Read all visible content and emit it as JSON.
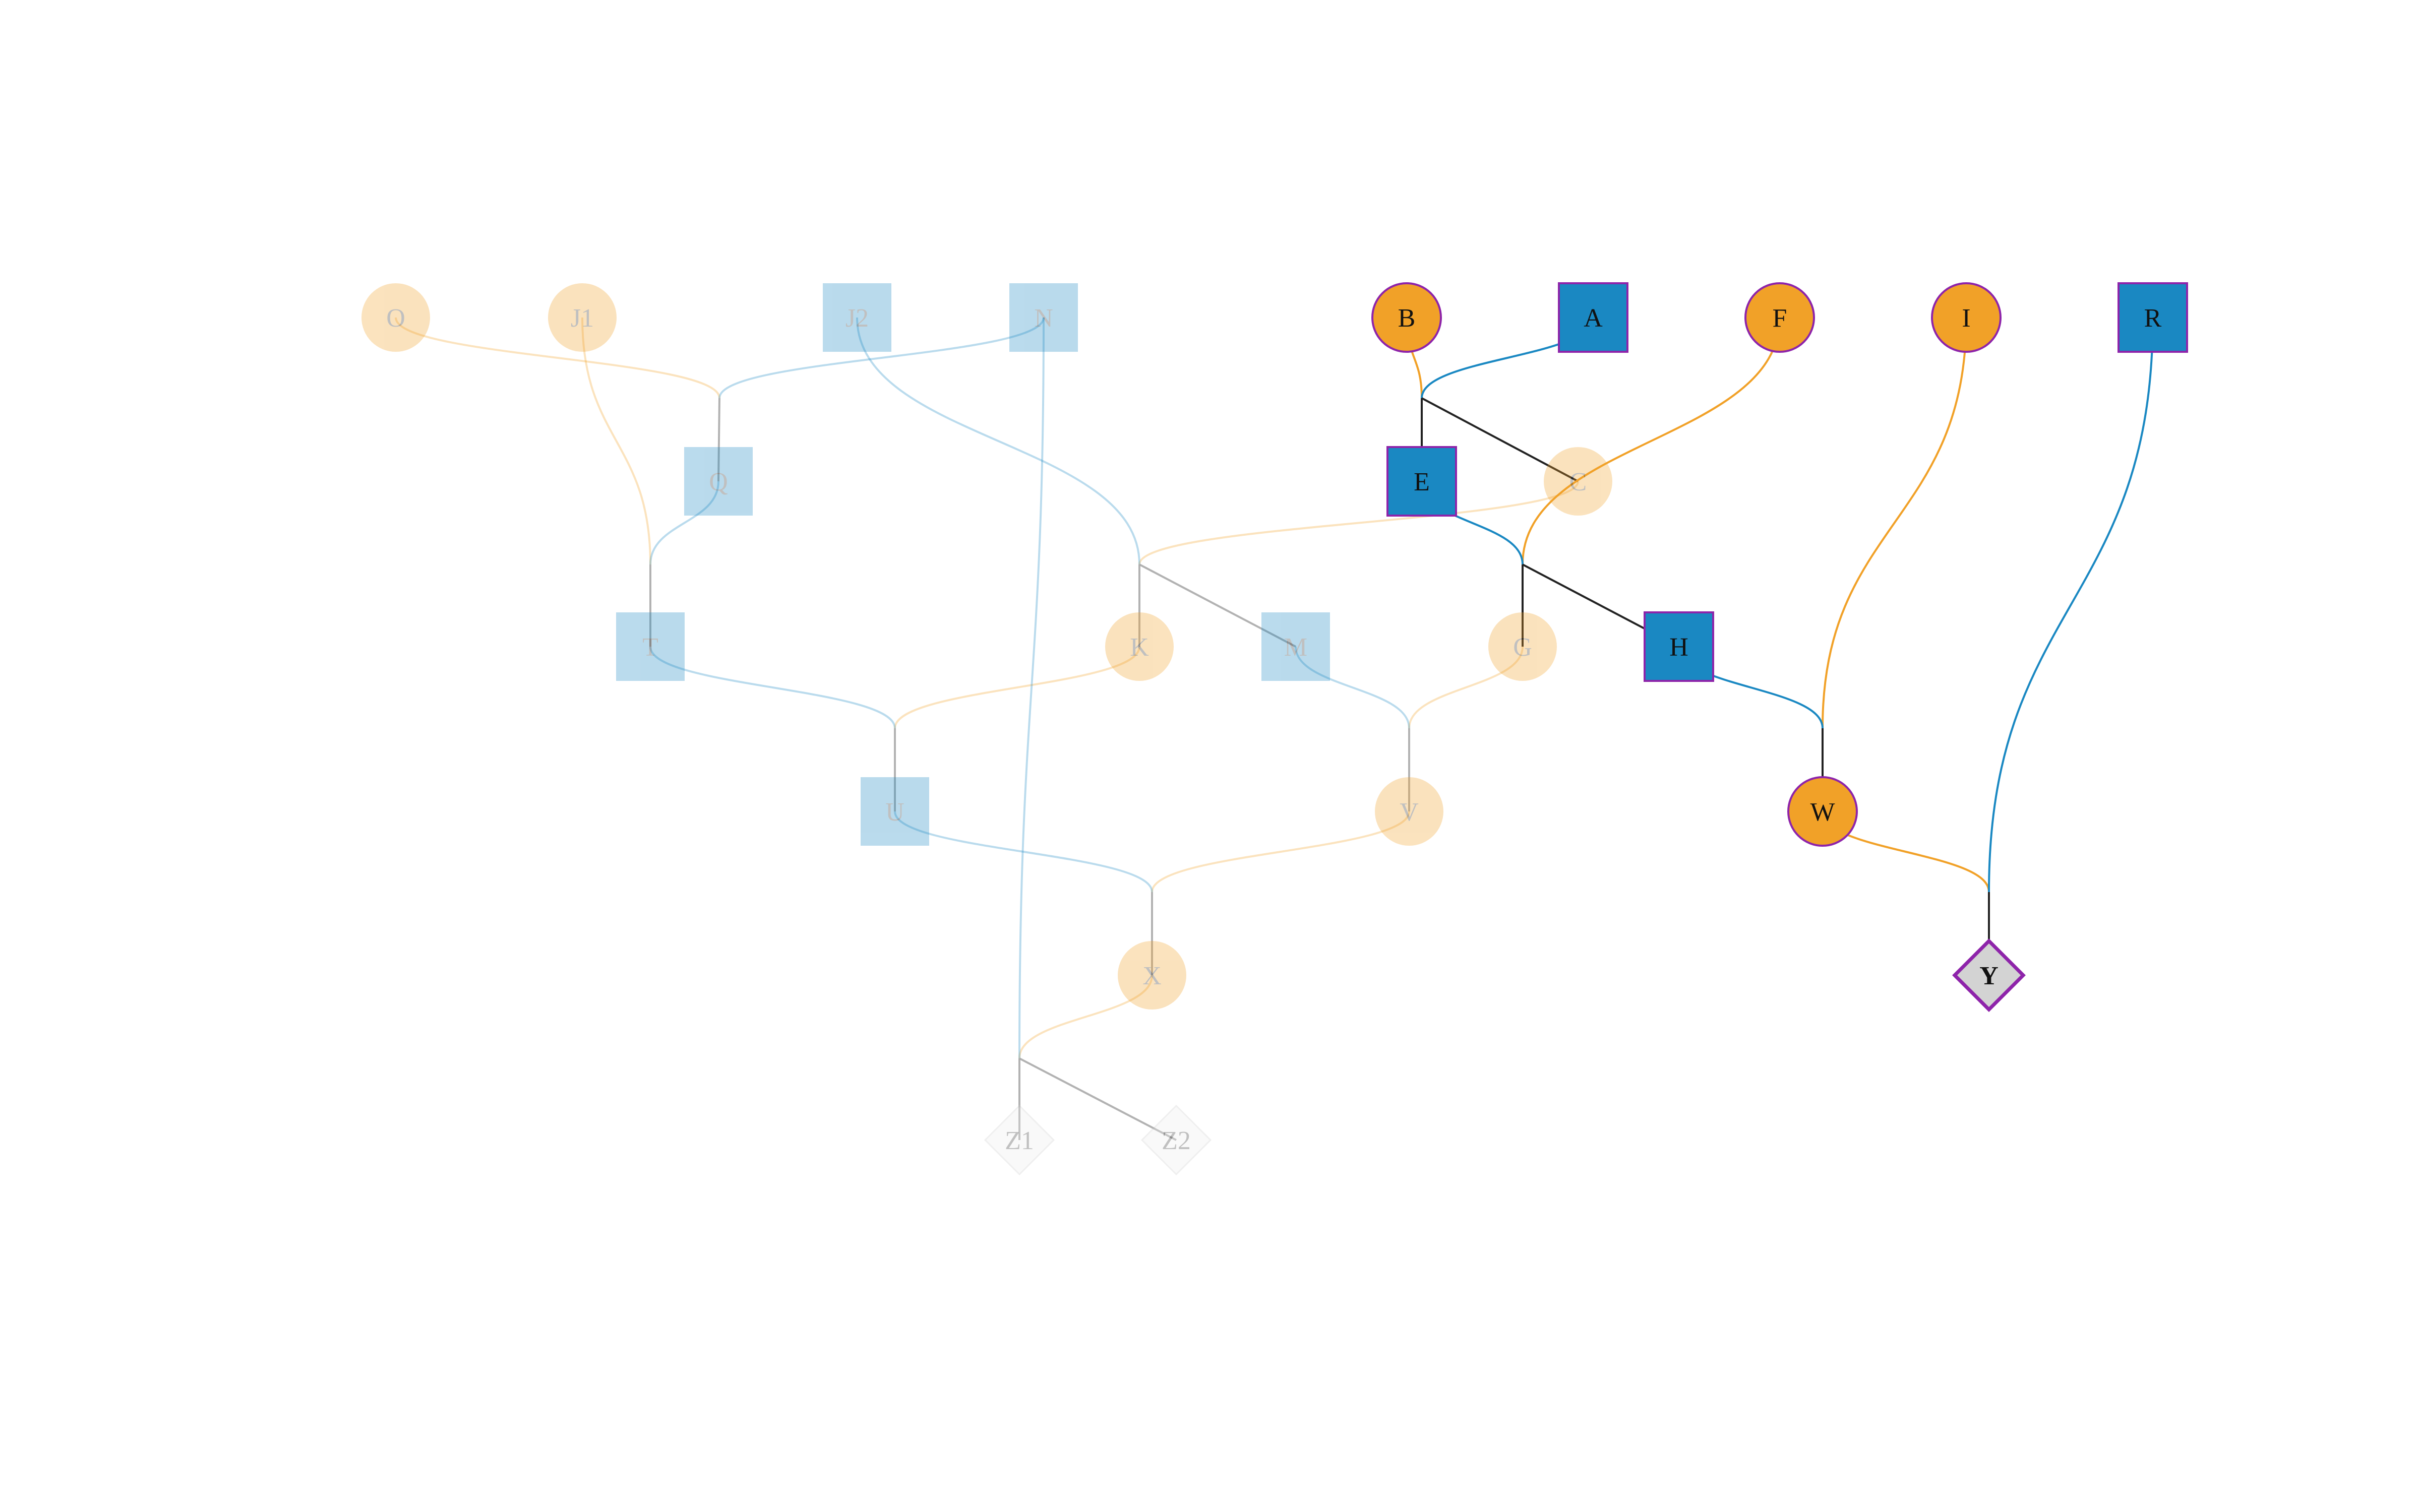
{
  "diagram": {
    "colors": {
      "female": "#F1A128",
      "male": "#1A88C2",
      "highlight_border": "#8E24AA",
      "parent_link": "#222222",
      "faded_link": "#AAAAAA",
      "outcome_fill": "#D3D3D3",
      "faded_outcome_fill": "#EEEEEE",
      "label_text": "#111111",
      "faded_label_text": "#999999"
    },
    "faded_opacity": 0.3,
    "nodes": [
      {
        "id": "O",
        "label": "O",
        "shape": "circle",
        "sex": "female",
        "highlighted": false
      },
      {
        "id": "J1",
        "label": "J1",
        "shape": "circle",
        "sex": "female",
        "highlighted": false
      },
      {
        "id": "J2",
        "label": "J2",
        "shape": "square",
        "sex": "male",
        "highlighted": false
      },
      {
        "id": "N",
        "label": "N",
        "shape": "square",
        "sex": "male",
        "highlighted": false
      },
      {
        "id": "B",
        "label": "B",
        "shape": "circle",
        "sex": "female",
        "highlighted": true
      },
      {
        "id": "A",
        "label": "A",
        "shape": "square",
        "sex": "male",
        "highlighted": true
      },
      {
        "id": "F",
        "label": "F",
        "shape": "circle",
        "sex": "female",
        "highlighted": true
      },
      {
        "id": "I",
        "label": "I",
        "shape": "circle",
        "sex": "female",
        "highlighted": true
      },
      {
        "id": "R",
        "label": "R",
        "shape": "square",
        "sex": "male",
        "highlighted": true
      },
      {
        "id": "Q",
        "label": "Q",
        "shape": "square",
        "sex": "male",
        "highlighted": false
      },
      {
        "id": "E",
        "label": "E",
        "shape": "square",
        "sex": "male",
        "highlighted": true
      },
      {
        "id": "C",
        "label": "C",
        "shape": "circle",
        "sex": "female",
        "highlighted": false
      },
      {
        "id": "T",
        "label": "T",
        "shape": "square",
        "sex": "male",
        "highlighted": false
      },
      {
        "id": "K",
        "label": "K",
        "shape": "circle",
        "sex": "female",
        "highlighted": false
      },
      {
        "id": "M",
        "label": "M",
        "shape": "square",
        "sex": "male",
        "highlighted": false
      },
      {
        "id": "G",
        "label": "G",
        "shape": "circle",
        "sex": "female",
        "highlighted": false
      },
      {
        "id": "H",
        "label": "H",
        "shape": "square",
        "sex": "male",
        "highlighted": true
      },
      {
        "id": "U",
        "label": "U",
        "shape": "square",
        "sex": "male",
        "highlighted": false
      },
      {
        "id": "V",
        "label": "V",
        "shape": "circle",
        "sex": "female",
        "highlighted": false
      },
      {
        "id": "W",
        "label": "W",
        "shape": "circle",
        "sex": "female",
        "highlighted": true
      },
      {
        "id": "X",
        "label": "X",
        "shape": "circle",
        "sex": "female",
        "highlighted": false
      },
      {
        "id": "Y",
        "label": "Y",
        "shape": "diamond",
        "sex": "unknown",
        "highlighted": true
      },
      {
        "id": "Z1",
        "label": "Z1",
        "shape": "diamond",
        "sex": "unknown",
        "highlighted": false
      },
      {
        "id": "Z2",
        "label": "Z2",
        "shape": "diamond",
        "sex": "unknown",
        "highlighted": false
      }
    ],
    "unions": [
      {
        "id": "u_O_N",
        "mother": "O",
        "father": "N",
        "children": [
          "Q"
        ],
        "highlighted": false
      },
      {
        "id": "u_B_A",
        "mother": "B",
        "father": "A",
        "children": [
          "E",
          "C"
        ],
        "highlighted": true
      },
      {
        "id": "u_J1_Q",
        "mother": "J1",
        "father": "Q",
        "children": [
          "T"
        ],
        "highlighted": false
      },
      {
        "id": "u_C_J2",
        "mother": "C",
        "father": "J2",
        "children": [
          "K",
          "M"
        ],
        "highlighted": false
      },
      {
        "id": "u_F_E",
        "mother": "F",
        "father": "E",
        "children": [
          "G",
          "H"
        ],
        "highlighted": true
      },
      {
        "id": "u_K_T",
        "mother": "K",
        "father": "T",
        "children": [
          "U"
        ],
        "highlighted": false
      },
      {
        "id": "u_G_M",
        "mother": "G",
        "father": "M",
        "children": [
          "V"
        ],
        "highlighted": false
      },
      {
        "id": "u_I_H",
        "mother": "I",
        "father": "H",
        "children": [
          "W"
        ],
        "highlighted": true
      },
      {
        "id": "u_V_U",
        "mother": "V",
        "father": "U",
        "children": [
          "X"
        ],
        "highlighted": false
      },
      {
        "id": "u_W_R",
        "mother": "W",
        "father": "R",
        "children": [
          "Y"
        ],
        "highlighted": true
      },
      {
        "id": "u_X_N",
        "mother": "X",
        "father": "N",
        "children": [
          "Z1",
          "Z2"
        ],
        "highlighted": false
      }
    ]
  }
}
